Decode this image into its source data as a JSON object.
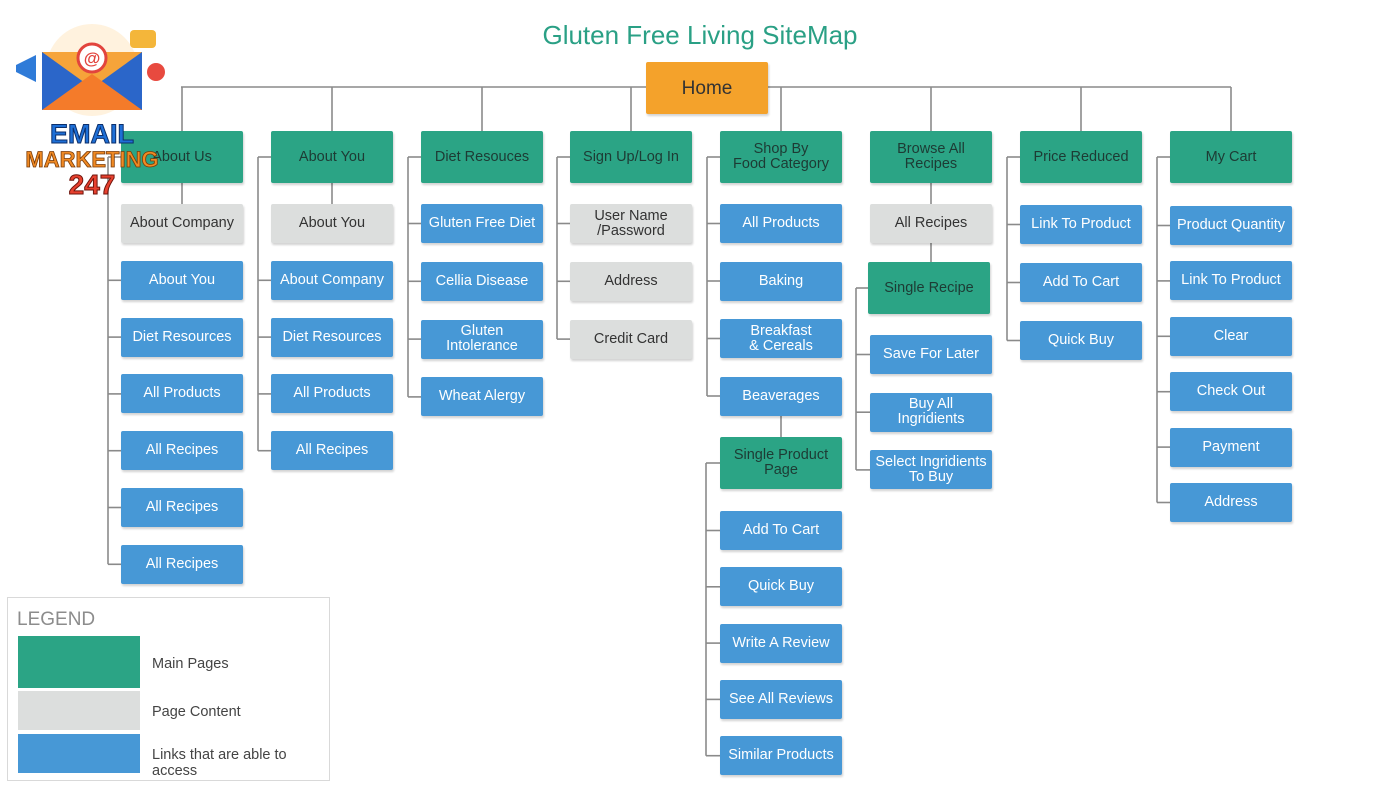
{
  "title": "Gluten Free Living SiteMap",
  "colors": {
    "main": "#2ba485",
    "content": "#dcdedd",
    "link": "#4798d6",
    "home": "#f4a22b",
    "line": "#8a8a8a"
  },
  "home": "Home",
  "columns": [
    {
      "label": "About Us",
      "children": [
        {
          "label": "About Company",
          "type": "content"
        },
        {
          "label": "About You",
          "type": "link"
        },
        {
          "label": "Diet Resources",
          "type": "link"
        },
        {
          "label": "All Products",
          "type": "link"
        },
        {
          "label": "All Recipes",
          "type": "link"
        },
        {
          "label": "All Recipes",
          "type": "link"
        },
        {
          "label": "All Recipes",
          "type": "link"
        }
      ]
    },
    {
      "label": "About You",
      "children": [
        {
          "label": "About You",
          "type": "content"
        },
        {
          "label": "About Company",
          "type": "link"
        },
        {
          "label": "Diet Resources",
          "type": "link"
        },
        {
          "label": "All Products",
          "type": "link"
        },
        {
          "label": "All Recipes",
          "type": "link"
        }
      ]
    },
    {
      "label": "Diet Resouces",
      "children": [
        {
          "label": "Gluten Free Diet",
          "type": "link"
        },
        {
          "label": "Cellia Disease",
          "type": "link"
        },
        {
          "label": "Gluten\nIntolerance",
          "type": "link"
        },
        {
          "label": "Wheat Alergy",
          "type": "link"
        }
      ]
    },
    {
      "label": "Sign Up/Log In",
      "children": [
        {
          "label": "User Name\n/Password",
          "type": "content"
        },
        {
          "label": "Address",
          "type": "content"
        },
        {
          "label": "Credit Card",
          "type": "content"
        }
      ]
    },
    {
      "label": "Shop By\nFood Category",
      "children": [
        {
          "label": "All Products",
          "type": "link"
        },
        {
          "label": "Baking",
          "type": "link"
        },
        {
          "label": "Breakfast\n& Cereals",
          "type": "link"
        },
        {
          "label": "Beaverages",
          "type": "link"
        }
      ],
      "sub": {
        "label": "Single Product\nPage",
        "children": [
          {
            "label": "Add To Cart",
            "type": "link"
          },
          {
            "label": "Quick Buy",
            "type": "link"
          },
          {
            "label": "Write A Review",
            "type": "link"
          },
          {
            "label": "See All Reviews",
            "type": "link"
          },
          {
            "label": "Similar Products",
            "type": "link"
          }
        ]
      }
    },
    {
      "label": "Browse All\nRecipes",
      "children": [
        {
          "label": "All Recipes",
          "type": "content"
        }
      ],
      "sub": {
        "label": "Single Recipe",
        "children": [
          {
            "label": "Save For Later",
            "type": "link"
          },
          {
            "label": "Buy All\nIngridients",
            "type": "link"
          },
          {
            "label": "Select Ingridients\nTo Buy",
            "type": "link"
          }
        ]
      }
    },
    {
      "label": "Price Reduced",
      "children": [
        {
          "label": "Link To Product",
          "type": "link"
        },
        {
          "label": "Add To Cart",
          "type": "link"
        },
        {
          "label": "Quick Buy",
          "type": "link"
        }
      ]
    },
    {
      "label": "My Cart",
      "children": [
        {
          "label": "Product Quantity",
          "type": "link"
        },
        {
          "label": "Link To Product",
          "type": "link"
        },
        {
          "label": "Clear",
          "type": "link"
        },
        {
          "label": "Check Out",
          "type": "link"
        },
        {
          "label": "Payment",
          "type": "link"
        },
        {
          "label": "Address",
          "type": "link"
        }
      ]
    }
  ],
  "legend": {
    "title": "LEGEND",
    "items": [
      {
        "label": "Main Pages",
        "type": "main"
      },
      {
        "label": "Page Content",
        "type": "content"
      },
      {
        "label": "Links that are able to access",
        "type": "link"
      }
    ]
  },
  "logo": {
    "line1": "EMAIL",
    "line2": "MARKETING",
    "line3": "247"
  }
}
